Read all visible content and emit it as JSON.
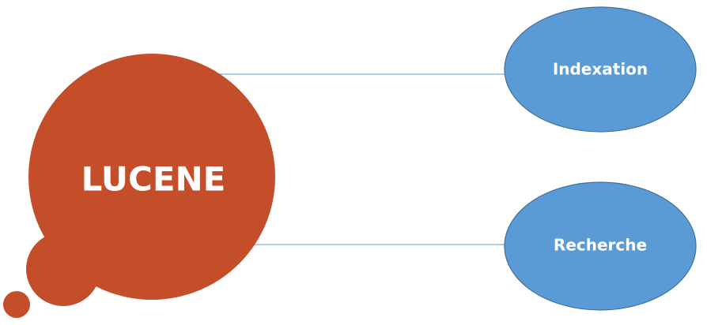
{
  "diagram": {
    "center": {
      "label": "LUCENE",
      "color": "#c44e2a"
    },
    "nodes": [
      {
        "label": "Indexation",
        "color": "#5b9bd5"
      },
      {
        "label": "Recherche",
        "color": "#5b9bd5"
      }
    ],
    "connector_color": "#5b9bd5"
  }
}
